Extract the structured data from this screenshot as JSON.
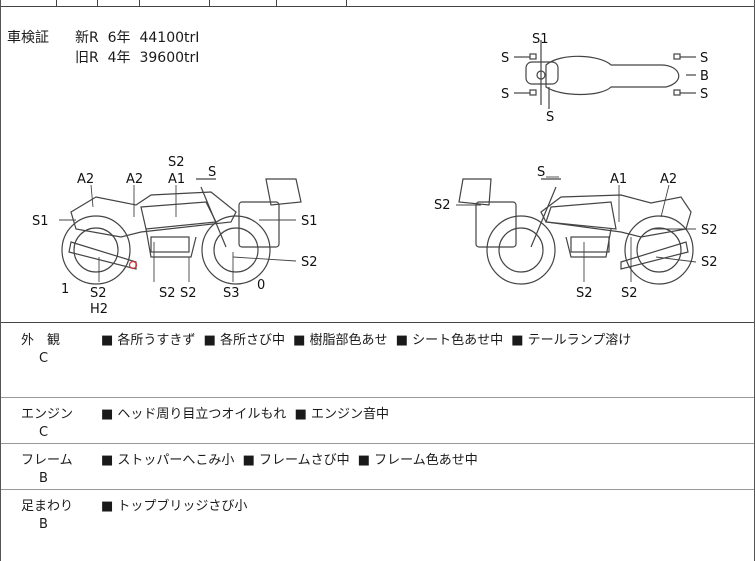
{
  "inspection": {
    "label": "車検証",
    "new_prefix": "新R",
    "new_years": "6年",
    "new_price": "44100trI",
    "old_prefix": "旧R",
    "old_years": "4年",
    "old_price": "39600trI"
  },
  "top_view_labels": {
    "s1": "S1",
    "s_left_top": "S",
    "s_left_bottom": "S",
    "s_bottom": "S",
    "s_right_top": "S",
    "b_right": "B",
    "s_right_bottom": "S"
  },
  "left_view_labels": {
    "a2_rear": "A2",
    "a2_mid": "A2",
    "a1": "A1",
    "s2_top": "S2",
    "s_top": "S",
    "s1_left": "S1",
    "s1_right": "S1",
    "s2_right": "S2",
    "num_1": "1",
    "s2_bottom1": "S2",
    "h2": "H2",
    "s2_bottom2": "S2",
    "s2_bottom3": "S2",
    "s3": "S3",
    "num_0": "0"
  },
  "right_view_labels": {
    "s_top": "S",
    "a1": "A1",
    "a2": "A2",
    "s2_left": "S2",
    "s2_right1": "S2",
    "s2_right2": "S2",
    "s2_bottom1": "S2",
    "s2_bottom2": "S2"
  },
  "conditions": [
    {
      "category": "外　観",
      "grade": "C",
      "notes": [
        "■ 各所うすきず",
        "■ 各所さび中",
        "■ 樹脂部色あせ",
        "■ シート色あせ中",
        "■ テールランプ溶け"
      ]
    },
    {
      "category": "エンジン",
      "grade": "C",
      "notes": [
        "■ ヘッド周り目立つオイルもれ",
        "■ エンジン音中"
      ]
    },
    {
      "category": "フレーム",
      "grade": "B",
      "notes": [
        "■ ストッパーへこみ小",
        "■ フレームさび中",
        "■ フレーム色あせ中"
      ]
    },
    {
      "category": "足まわり",
      "grade": "B",
      "notes": [
        "■ トップブリッジさび小"
      ]
    }
  ],
  "colors": {
    "line": "#444444",
    "marker": "#cc3333"
  }
}
